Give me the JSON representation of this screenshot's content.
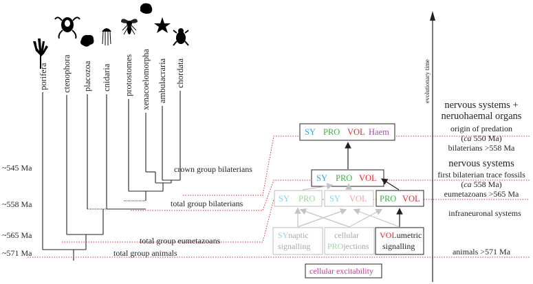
{
  "taxa": [
    "porifera",
    "ctenophora",
    "placozoa",
    "cnidaria",
    "protostomes",
    "xenacoelomorpha",
    "ambulacraria",
    "chordata"
  ],
  "time_labels": [
    "~545 Ma",
    "~558 Ma",
    "~565 Ma",
    "~571 Ma"
  ],
  "clade_labels": {
    "crown_bilaterians": "crown group bilaterians",
    "total_bilaterians": "total group bilaterians",
    "total_eumetazoans": "total group eumetazoans",
    "total_animals": "total group animals"
  },
  "axis_label": "evolutionary time",
  "boxes": {
    "top": {
      "sy": "SY",
      "pro": "PRO",
      "vol": "VOL",
      "haem": "Haem"
    },
    "mid": {
      "sy": "SY",
      "pro": "PRO",
      "vol": "VOL"
    },
    "left": {
      "sy": "SY",
      "pro": "PRO"
    },
    "center": {
      "sy": "SY",
      "vol": "VOL"
    },
    "right": {
      "pro": "PRO",
      "vol": "VOL"
    },
    "synaptic": {
      "prefix": "SY",
      "suffix": "naptic",
      "line2": "signalling"
    },
    "projections": {
      "line1": "cellular",
      "prefix": "PRO",
      "suffix": "jections"
    },
    "volumetric": {
      "prefix": "VOL",
      "suffix": "umetric",
      "line2": "signalling"
    },
    "excitability": "cellular excitability"
  },
  "right_notes": {
    "nerv_haem_1": "nervous systems +",
    "nerv_haem_2": "neruohaemal organs",
    "predation": "origin of predation",
    "predation_ca": "ca",
    "predation_date": " 550 Ma)",
    "bilaterians": "bilaterians >558 Ma",
    "nervous": "nervous systems",
    "trace_fossils": "first bilaterian trace fossils",
    "trace_ca": "ca",
    "trace_date": " 558 Ma)",
    "eumetazoans": "eumetazoans >565 Ma",
    "infraneuronal": "infraneuronal systems",
    "animals": "animals >571 Ma"
  },
  "colors": {
    "sy": "#2aa9df",
    "pro": "#3fae49",
    "vol": "#e3232c",
    "haem": "#9b4fa0",
    "excit": "#c43a96",
    "grid": "#e3232c"
  }
}
